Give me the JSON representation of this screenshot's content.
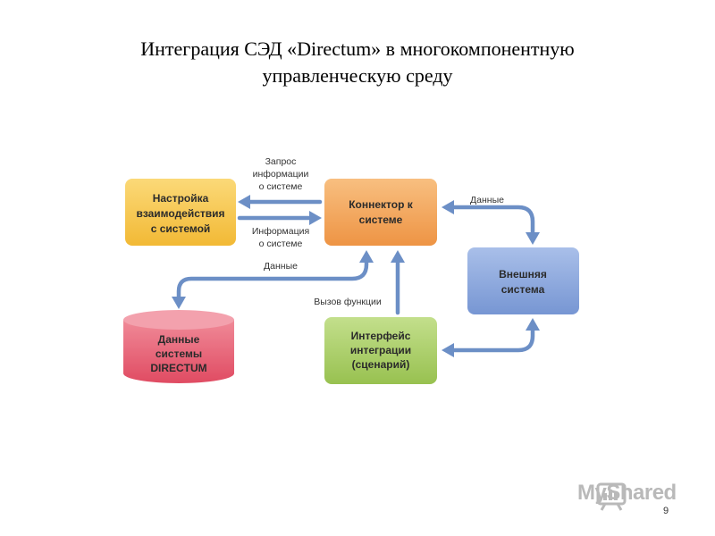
{
  "slide": {
    "title_line1": "Интеграция СЭД «Directum» в многокомпонентную",
    "title_line2": "управленческую среду",
    "page_number": "9",
    "watermark": "MyShared"
  },
  "nodes": {
    "settings": [
      "Настройка",
      "взаимодействия",
      "с системой"
    ],
    "connector": [
      "Коннектор к",
      "системе"
    ],
    "external": [
      "Внешняя",
      "система"
    ],
    "database": [
      "Данные",
      "системы",
      "DIRECTUM"
    ],
    "interface": [
      "Интерфейс",
      "интеграции",
      "(сценарий)"
    ]
  },
  "edges": {
    "request": [
      "Запрос",
      "информации",
      "о системе"
    ],
    "info": [
      "Информация",
      "о системе"
    ],
    "data_top": "Данные",
    "data_mid": "Данные",
    "call": "Вызов функции"
  },
  "colors": {
    "settings": "#f6c64a",
    "connector": "#f2a55a",
    "external": "#8aa6dd",
    "database": "#e8556a",
    "interface": "#a9cc63",
    "arrow": "#6c8fc6"
  }
}
